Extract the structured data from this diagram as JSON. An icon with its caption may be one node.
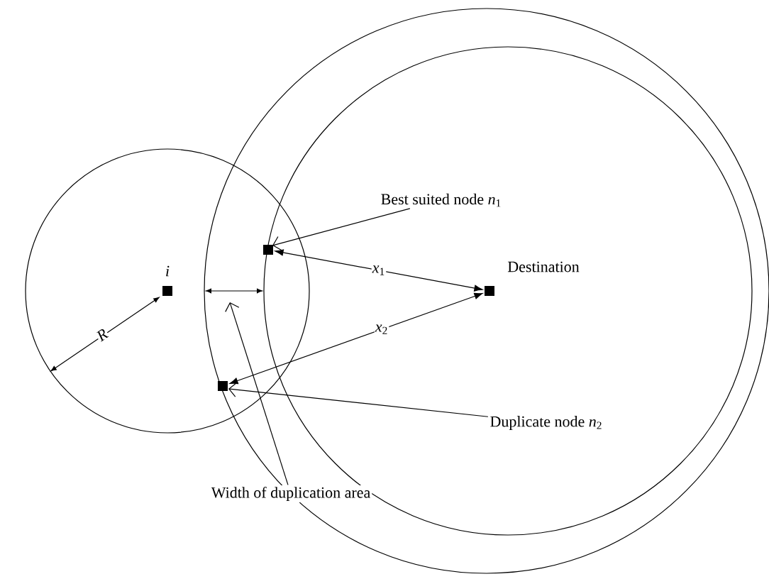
{
  "diagram": {
    "nodes": [
      {
        "text": [],
        "shape": "box",
        "beside": [
          "*i*"
        ]
      },
      {
        "text": [],
        "shape": "box"
      },
      {
        "text": [],
        "shape": "box",
        "beside": [
          "Destination"
        ]
      },
      {
        "text": [],
        "shape": "box"
      },
      {
        "text": [
          "Best suited node *n*$_{1}$"
        ]
      },
      {
        "text": [
          "Duplicate node *n*$_{2}$"
        ]
      },
      {
        "text": [
          "Width of duplication area"
        ]
      }
    ],
    "edges": [
      {
        "from": 1,
        "to": 2,
        "arrow": "both",
        "label": "*x*$_{1}$"
      },
      {
        "from": 3,
        "to": 2,
        "arrow": "both",
        "label": "*x*$_{2}$"
      },
      {
        "from": 4,
        "to": 1,
        "arrow": "to"
      },
      {
        "from": 5,
        "to": 3,
        "arrow": "to"
      },
      {
        "from": 6,
        "to": null,
        "arrow": "to"
      }
    ],
    "labels": [
      "*R*"
    ]
  }
}
